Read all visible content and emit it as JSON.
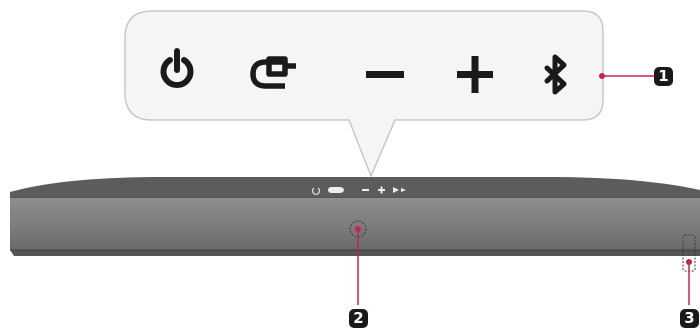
{
  "title": "",
  "panel": {
    "buttons": [
      {
        "name": "power-button",
        "icon": "power-icon"
      },
      {
        "name": "function-button",
        "icon": "input-function-icon"
      },
      {
        "name": "volume-down-button",
        "icon": "minus-icon"
      },
      {
        "name": "volume-up-button",
        "icon": "plus-icon"
      },
      {
        "name": "bluetooth-button",
        "icon": "bluetooth-icon"
      }
    ]
  },
  "callouts": [
    {
      "label": "1",
      "target": "control-panel"
    },
    {
      "label": "2",
      "target": "remote-sensor"
    },
    {
      "label": "3",
      "target": "status-indicator"
    }
  ],
  "colors": {
    "accent": "#c8234f",
    "device_top": "#5c5c5c",
    "device_front": "#808080",
    "bubble_fill": "#f5f5f5",
    "bubble_stroke": "#c8c8c8",
    "icon": "#1a1a1a"
  }
}
